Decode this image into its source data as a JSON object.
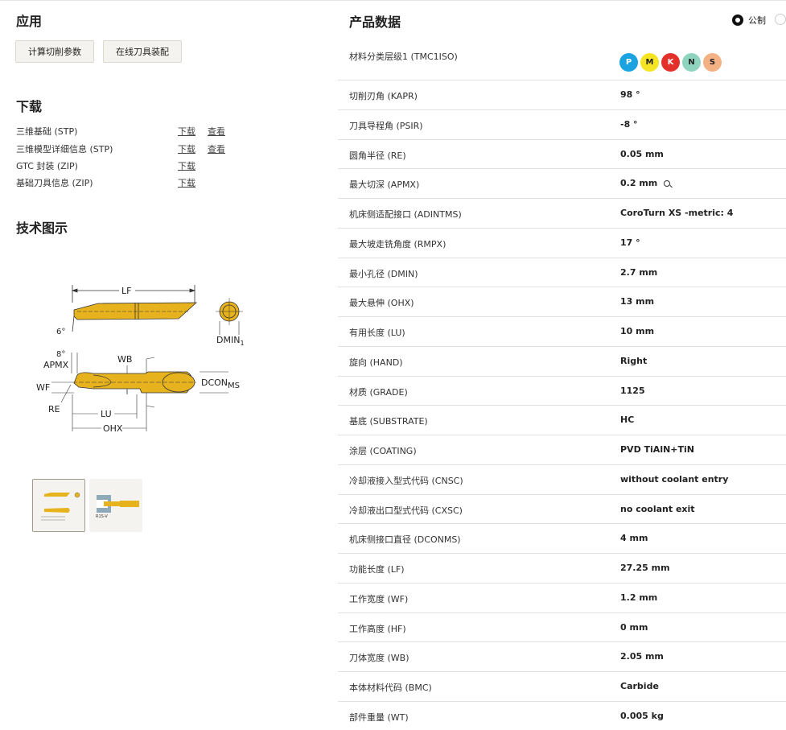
{
  "application": {
    "title": "应用",
    "buttons": [
      "计算切削参数",
      "在线刀具装配"
    ]
  },
  "downloads": {
    "title": "下载",
    "items": [
      {
        "name": "三维基础 (STP)",
        "download": "下载",
        "view": "查看"
      },
      {
        "name": "三维模型详细信息 (STP)",
        "download": "下载",
        "view": "查看"
      },
      {
        "name": "GTC 封装 (ZIP)",
        "download": "下载",
        "view": ""
      },
      {
        "name": "基础刀具信息 (ZIP)",
        "download": "下载",
        "view": ""
      }
    ]
  },
  "technical_drawing": {
    "title": "技术图示",
    "labels": {
      "lf": "LF",
      "angle6": "6°",
      "dmin": "DMIN",
      "dmin_sub": "1",
      "angle8": "8°",
      "apmx": "APMX",
      "wb": "WB",
      "wf": "WF",
      "dcon": "DCON",
      "dcon_sub": "MS",
      "re": "RE",
      "lu": "LU",
      "ohx": "OHX"
    },
    "thumb_caption": "R1S-V"
  },
  "product_data": {
    "title": "产品数据",
    "unit_label": "公制",
    "material_row": {
      "label": "材料分类层级1 (TMC1ISO)",
      "chips": [
        {
          "letter": "P",
          "color": "#1aa3e0",
          "text_color": "#ffffff"
        },
        {
          "letter": "M",
          "color": "#f5e423",
          "text_color": "#222222"
        },
        {
          "letter": "K",
          "color": "#e3302a",
          "text_color": "#ffffff"
        },
        {
          "letter": "N",
          "color": "#8fd4be",
          "text_color": "#222222"
        },
        {
          "letter": "S",
          "color": "#f3b184",
          "text_color": "#222222"
        }
      ]
    },
    "rows": [
      {
        "label": "切削刃角 (KAPR)",
        "value": "98 °"
      },
      {
        "label": "刀具导程角 (PSIR)",
        "value": "-8 °"
      },
      {
        "label": "圆角半径 (RE)",
        "value": "0.05 mm"
      },
      {
        "label": "最大切深 (APMX)",
        "value": "0.2 mm",
        "icon": "magnifier-icon"
      },
      {
        "label": "机床侧适配接口 (ADINTMS)",
        "value": "CoroTurn XS -metric: 4"
      },
      {
        "label": "最大坡走铣角度 (RMPX)",
        "value": "17 °"
      },
      {
        "label": "最小孔径 (DMIN)",
        "value": "2.7 mm"
      },
      {
        "label": "最大悬伸 (OHX)",
        "value": "13 mm"
      },
      {
        "label": "有用长度 (LU)",
        "value": "10 mm"
      },
      {
        "label": "旋向 (HAND)",
        "value": "Right"
      },
      {
        "label": "材质 (GRADE)",
        "value": "1125"
      },
      {
        "label": "基底 (SUBSTRATE)",
        "value": "HC"
      },
      {
        "label": "涂层 (COATING)",
        "value": "PVD TiAlN+TiN"
      },
      {
        "label": "冷却液接入型式代码 (CNSC)",
        "value": "without coolant entry"
      },
      {
        "label": "冷却液出口型式代码 (CXSC)",
        "value": "no coolant exit"
      },
      {
        "label": "机床侧接口直径 (DCONMS)",
        "value": "4 mm"
      },
      {
        "label": "功能长度 (LF)",
        "value": "27.25 mm"
      },
      {
        "label": "工作宽度 (WF)",
        "value": "1.2 mm"
      },
      {
        "label": "工作高度 (HF)",
        "value": "0 mm"
      },
      {
        "label": "刀体宽度 (WB)",
        "value": "2.05 mm"
      },
      {
        "label": "本体材料代码 (BMC)",
        "value": "Carbide"
      },
      {
        "label": "部件重量 (WT)",
        "value": "0.005 kg"
      }
    ]
  },
  "colors": {
    "tool_gold": "#e6b21e",
    "button_bg": "#f5f3ef",
    "divider": "#e0e0e0"
  }
}
